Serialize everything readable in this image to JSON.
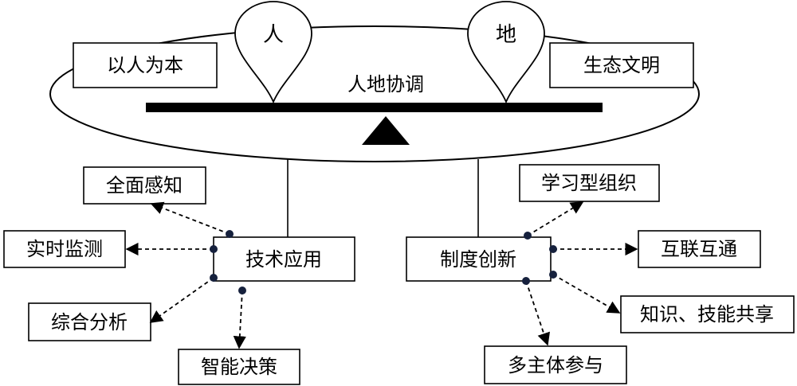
{
  "center_label": "人地协调",
  "pins": {
    "left": "人",
    "right": "地"
  },
  "top_boxes": {
    "left": "以人为本",
    "right": "生态文明"
  },
  "hubs": {
    "left": "技术应用",
    "right": "制度创新"
  },
  "left_items": [
    "全面感知",
    "实时监测",
    "综合分析",
    "智能决策"
  ],
  "right_items": [
    "学习型组织",
    "互联互通",
    "知识、技能共享",
    "多主体参与"
  ]
}
